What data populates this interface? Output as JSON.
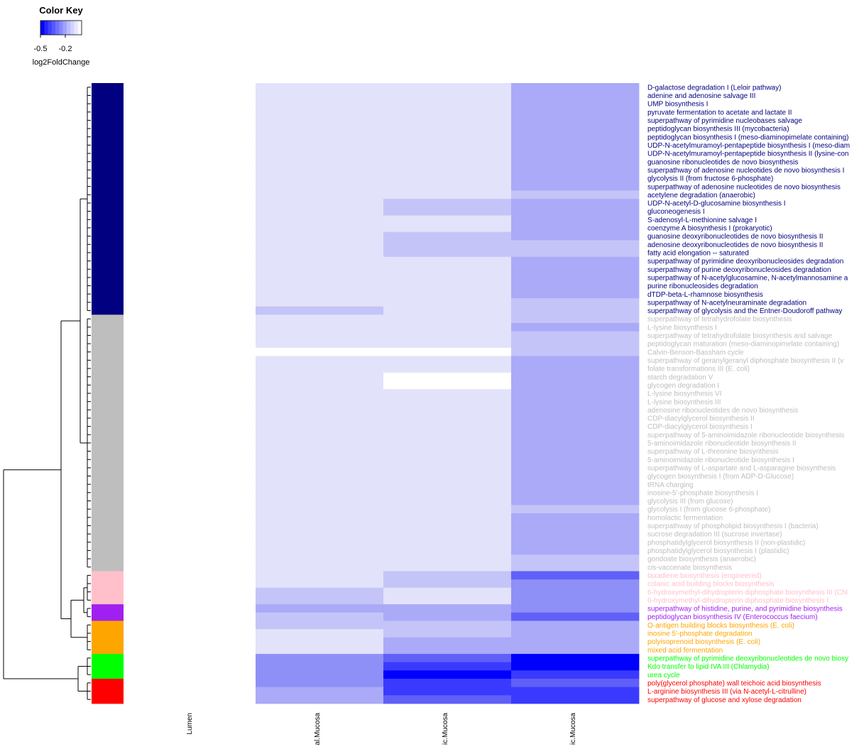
{
  "color_key": {
    "title": "Color Key",
    "tick_labels": [
      "-0.5",
      "-0.2"
    ],
    "label": "log2FoldChange",
    "colors": [
      "#0000ff",
      "#2525ff",
      "#4040ff",
      "#5858ff",
      "#7070ff",
      "#8888ff",
      "#a2a2ff",
      "#bcbcff",
      "#d2d2ff",
      "#e6e6ff",
      "#f8f8ff"
    ]
  },
  "chart_data": {
    "type": "heatmap",
    "value_label": "log2FoldChange",
    "columns": [
      "Lumen",
      "al.Mucosa",
      "ic.Mucosa",
      "ic.Mucosa"
    ],
    "group_colors": {
      "navy": "#000080",
      "gray": "#bebebe",
      "pink": "#ffc0cb",
      "purple": "#a020f0",
      "orange": "#ffa500",
      "green": "#00ff00",
      "red": "#ff0000"
    },
    "palette": [
      "#ffffff",
      "#e2e2fa",
      "#c4c4f8",
      "#aaaaf8",
      "#8f8ff8",
      "#6060f8",
      "#3a3aff",
      "#0000ff"
    ],
    "rows": [
      {
        "label": "D-galactose degradation I (Leloir pathway)",
        "group": "navy",
        "cells": [
          0,
          1,
          1,
          3
        ]
      },
      {
        "label": "adenine and adenosine salvage III",
        "group": "navy",
        "cells": [
          0,
          1,
          1,
          3
        ]
      },
      {
        "label": "UMP biosynthesis I",
        "group": "navy",
        "cells": [
          0,
          1,
          1,
          3
        ]
      },
      {
        "label": "pyruvate fermentation to acetate and lactate II",
        "group": "navy",
        "cells": [
          0,
          1,
          1,
          3
        ]
      },
      {
        "label": "superpathway of pyrimidine nucleobases salvage",
        "group": "navy",
        "cells": [
          0,
          1,
          1,
          3
        ]
      },
      {
        "label": "peptidoglycan biosynthesis III (mycobacteria)",
        "group": "navy",
        "cells": [
          0,
          1,
          1,
          3
        ]
      },
      {
        "label": "peptidoglycan biosynthesis I (meso-diaminopimelate containing)",
        "group": "navy",
        "cells": [
          0,
          1,
          1,
          3
        ]
      },
      {
        "label": "UDP-N-acetylmuramoyl-pentapeptide biosynthesis I (meso-diam",
        "group": "navy",
        "cells": [
          0,
          1,
          1,
          3
        ]
      },
      {
        "label": "UDP-N-acetylmuramoyl-pentapeptide biosynthesis II (lysine-con",
        "group": "navy",
        "cells": [
          0,
          1,
          1,
          3
        ]
      },
      {
        "label": "guanosine ribonucleotides de novo biosynthesis",
        "group": "navy",
        "cells": [
          0,
          1,
          1,
          3
        ]
      },
      {
        "label": "superpathway of adenosine nucleotides de novo biosynthesis I",
        "group": "navy",
        "cells": [
          0,
          1,
          1,
          3
        ]
      },
      {
        "label": "glycolysis II (from fructose 6-phosphate)",
        "group": "navy",
        "cells": [
          0,
          1,
          1,
          3
        ]
      },
      {
        "label": "superpathway of adenosine nucleotides de novo biosynthesis",
        "group": "navy",
        "cells": [
          0,
          1,
          1,
          3
        ]
      },
      {
        "label": "acetylene degradation (anaerobic)",
        "group": "navy",
        "cells": [
          0,
          1,
          1,
          2
        ]
      },
      {
        "label": "UDP-N-acetyl-D-glucosamine biosynthesis I",
        "group": "navy",
        "cells": [
          0,
          1,
          2,
          3
        ]
      },
      {
        "label": "gluconeogenesis I",
        "group": "navy",
        "cells": [
          0,
          1,
          2,
          3
        ]
      },
      {
        "label": "S-adenosyl-L-methionine salvage I",
        "group": "navy",
        "cells": [
          0,
          1,
          1,
          3
        ]
      },
      {
        "label": "coenzyme A biosynthesis I (prokaryotic)",
        "group": "navy",
        "cells": [
          0,
          1,
          1,
          3
        ]
      },
      {
        "label": "guanosine deoxyribonucleotides de novo biosynthesis II",
        "group": "navy",
        "cells": [
          0,
          1,
          2,
          3
        ]
      },
      {
        "label": "adenosine deoxyribonucleotides de novo biosynthesis II",
        "group": "navy",
        "cells": [
          0,
          1,
          2,
          2
        ]
      },
      {
        "label": "fatty acid elongation -- saturated",
        "group": "navy",
        "cells": [
          0,
          1,
          2,
          2
        ]
      },
      {
        "label": "superpathway of pyrimidine deoxyribonucleosides degradation",
        "group": "navy",
        "cells": [
          0,
          1,
          1,
          3
        ]
      },
      {
        "label": "superpathway of purine deoxyribonucleosides degradation",
        "group": "navy",
        "cells": [
          0,
          1,
          1,
          3
        ]
      },
      {
        "label": "superpathway of N-acetylglucosamine, N-acetylmannosamine a",
        "group": "navy",
        "cells": [
          0,
          1,
          1,
          3
        ]
      },
      {
        "label": "purine ribonucleosides degradation",
        "group": "navy",
        "cells": [
          0,
          1,
          1,
          3
        ]
      },
      {
        "label": "dTDP-beta-L-rhamnose biosynthesis",
        "group": "navy",
        "cells": [
          0,
          1,
          1,
          3
        ]
      },
      {
        "label": "superpathway of N-acetylneuraminate degradation",
        "group": "navy",
        "cells": [
          0,
          1,
          1,
          2
        ]
      },
      {
        "label": "superpathway of glycolysis and the Entner-Doudoroff pathway",
        "group": "navy",
        "cells": [
          0,
          2,
          1,
          2
        ]
      },
      {
        "label": "superpathway of tetrahydrofolate biosynthesis",
        "group": "gray",
        "cells": [
          0,
          1,
          1,
          2
        ]
      },
      {
        "label": "L-lysine biosynthesis I",
        "group": "gray",
        "cells": [
          0,
          1,
          1,
          3
        ]
      },
      {
        "label": "superpathway of tetrahydrofolate biosynthesis and salvage",
        "group": "gray",
        "cells": [
          0,
          1,
          1,
          2
        ]
      },
      {
        "label": "peptidoglycan maturation (meso-diaminopimelate containing)",
        "group": "gray",
        "cells": [
          0,
          1,
          1,
          2
        ]
      },
      {
        "label": "Calvin-Benson-Bassham cycle",
        "group": "gray",
        "cells": [
          0,
          0,
          0,
          2
        ]
      },
      {
        "label": "superpathway of geranylgeranyl diphosphate biosynthesis II (v",
        "group": "gray",
        "cells": [
          0,
          1,
          1,
          3
        ]
      },
      {
        "label": "folate transformations III (E. coli)",
        "group": "gray",
        "cells": [
          0,
          1,
          1,
          3
        ]
      },
      {
        "label": "starch degradation V",
        "group": "gray",
        "cells": [
          0,
          1,
          0,
          3
        ]
      },
      {
        "label": "glycogen degradation I",
        "group": "gray",
        "cells": [
          0,
          1,
          0,
          3
        ]
      },
      {
        "label": "L-lysine biosynthesis VI",
        "group": "gray",
        "cells": [
          0,
          1,
          1,
          3
        ]
      },
      {
        "label": "L-lysine biosynthesis III",
        "group": "gray",
        "cells": [
          0,
          1,
          1,
          3
        ]
      },
      {
        "label": "adenosine ribonucleotides de novo biosynthesis",
        "group": "gray",
        "cells": [
          0,
          1,
          1,
          3
        ]
      },
      {
        "label": "CDP-diacylglycerol biosynthesis II",
        "group": "gray",
        "cells": [
          0,
          1,
          1,
          3
        ]
      },
      {
        "label": "CDP-diacylglycerol biosynthesis I",
        "group": "gray",
        "cells": [
          0,
          1,
          1,
          3
        ]
      },
      {
        "label": "superpathway of 5-aminoimidazole ribonucleotide biosynthesis",
        "group": "gray",
        "cells": [
          0,
          1,
          1,
          3
        ]
      },
      {
        "label": "5-aminoimidazole ribonucleotide biosynthesis II",
        "group": "gray",
        "cells": [
          0,
          1,
          1,
          3
        ]
      },
      {
        "label": "superpathway of L-threonine biosynthesis",
        "group": "gray",
        "cells": [
          0,
          1,
          1,
          3
        ]
      },
      {
        "label": "5-aminoimidazole ribonucleotide biosynthesis I",
        "group": "gray",
        "cells": [
          0,
          1,
          1,
          3
        ]
      },
      {
        "label": "superpathway of L-aspartate and L-asparagine biosynthesis",
        "group": "gray",
        "cells": [
          0,
          1,
          1,
          3
        ]
      },
      {
        "label": "glycogen biosynthesis I (from ADP-D-Glucose)",
        "group": "gray",
        "cells": [
          0,
          1,
          1,
          3
        ]
      },
      {
        "label": "tRNA charging",
        "group": "gray",
        "cells": [
          0,
          1,
          1,
          3
        ]
      },
      {
        "label": "inosine-5'-phosphate biosynthesis I",
        "group": "gray",
        "cells": [
          0,
          1,
          1,
          3
        ]
      },
      {
        "label": "glycolysis III (from glucose)",
        "group": "gray",
        "cells": [
          0,
          1,
          1,
          3
        ]
      },
      {
        "label": "glycolysis I (from glucose 6-phosphate)",
        "group": "gray",
        "cells": [
          0,
          1,
          1,
          2
        ]
      },
      {
        "label": "homolactic fermentation",
        "group": "gray",
        "cells": [
          0,
          1,
          1,
          3
        ]
      },
      {
        "label": "superpathway of phospholipid biosynthesis I (bacteria)",
        "group": "gray",
        "cells": [
          0,
          1,
          1,
          3
        ]
      },
      {
        "label": "sucrose degradation III (sucrose invertase)",
        "group": "gray",
        "cells": [
          0,
          1,
          1,
          3
        ]
      },
      {
        "label": "phosphatidylglycerol biosynthesis II (non-plastidic)",
        "group": "gray",
        "cells": [
          0,
          1,
          1,
          3
        ]
      },
      {
        "label": "phosphatidylglycerol biosynthesis I (plastidic)",
        "group": "gray",
        "cells": [
          0,
          1,
          1,
          3
        ]
      },
      {
        "label": "gondoate biosynthesis (anaerobic)",
        "group": "gray",
        "cells": [
          0,
          1,
          1,
          2
        ]
      },
      {
        "label": "cis-vaccenate biosynthesis",
        "group": "gray",
        "cells": [
          0,
          1,
          1,
          2
        ]
      },
      {
        "label": "taxadiene biosynthesis (engineered)",
        "group": "pink",
        "cells": [
          0,
          1,
          2,
          5
        ]
      },
      {
        "label": "colanic acid building blocks biosynthesis",
        "group": "pink",
        "cells": [
          0,
          1,
          2,
          4
        ]
      },
      {
        "label": "6-hydroxymethyl-dihydropterin diphosphate biosynthesis III (Chl",
        "group": "pink",
        "cells": [
          0,
          2,
          1,
          4
        ]
      },
      {
        "label": "6-hydroxymethyl-dihydropterin diphosphate biosynthesis I",
        "group": "pink",
        "cells": [
          0,
          2,
          1,
          4
        ]
      },
      {
        "label": "superpathway of histidine, purine, and pyrimidine biosynthesis",
        "group": "purple",
        "cells": [
          0,
          3,
          3,
          4
        ]
      },
      {
        "label": "peptidoglycan biosynthesis IV (Enterococcus faecium)",
        "group": "purple",
        "cells": [
          0,
          2,
          3,
          5
        ]
      },
      {
        "label": "O-antigen building blocks biosynthesis (E. coli)",
        "group": "orange",
        "cells": [
          0,
          2,
          2,
          3
        ]
      },
      {
        "label": "inosine 5'-phosphate degradation",
        "group": "orange",
        "cells": [
          0,
          1,
          2,
          3
        ]
      },
      {
        "label": "polyisoprenoid biosynthesis (E. coli)",
        "group": "orange",
        "cells": [
          0,
          1,
          3,
          3
        ]
      },
      {
        "label": "mixed acid fermentation",
        "group": "orange",
        "cells": [
          0,
          1,
          3,
          3
        ]
      },
      {
        "label": "superpathway of pyrimidine deoxyribonucleotides de novo biosy",
        "group": "green",
        "cells": [
          0,
          4,
          5,
          7
        ]
      },
      {
        "label": "Kdo transfer to lipid IVA III (Chlamydia)",
        "group": "green",
        "cells": [
          0,
          4,
          6,
          7
        ]
      },
      {
        "label": "urea cycle",
        "group": "green",
        "cells": [
          0,
          4,
          7,
          6
        ]
      },
      {
        "label": "poly(glycerol phosphate) wall teichoic acid biosynthesis",
        "group": "red",
        "cells": [
          0,
          4,
          6,
          5
        ]
      },
      {
        "label": "L-arginine biosynthesis III (via N-acetyl-L-citrulline)",
        "group": "red",
        "cells": [
          0,
          3,
          6,
          6
        ]
      },
      {
        "label": "superpathway of glucose and xylose degradation",
        "group": "red",
        "cells": [
          0,
          3,
          5,
          6
        ]
      }
    ]
  }
}
